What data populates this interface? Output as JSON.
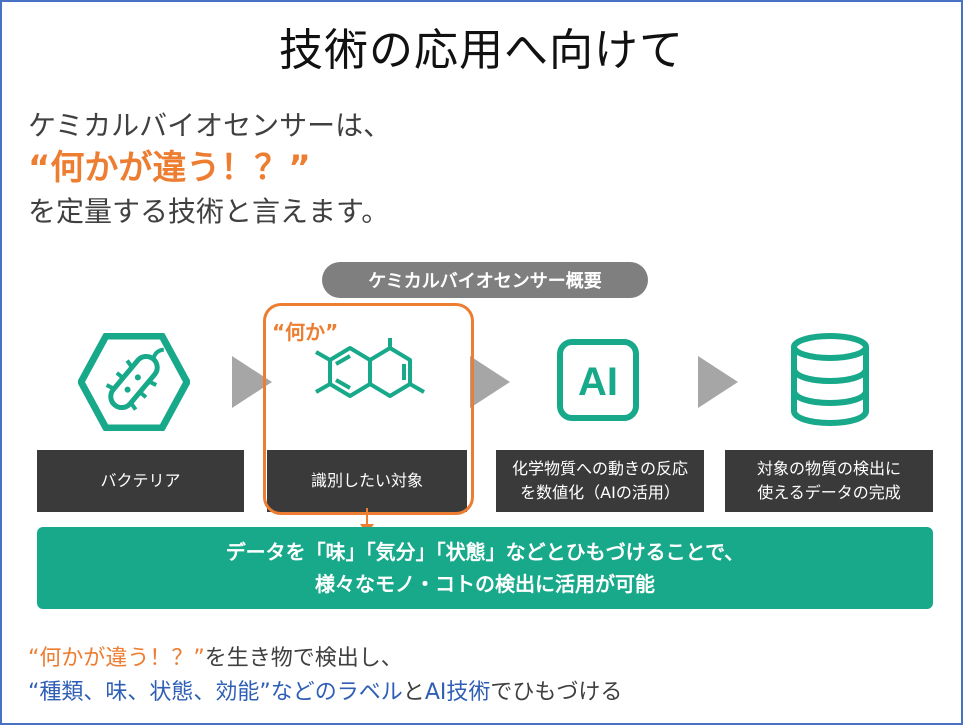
{
  "slide": {
    "title": "技術の応用へ向けて",
    "intro": {
      "line1": "ケミカルバイオセンサーは、",
      "line2": "“何かが違う！？”",
      "line3": "を定量する技術と言えます。"
    },
    "overview_label": "ケミカルバイオセンサー概要",
    "highlight_label": "“何か”",
    "steps": [
      {
        "icon": "bacteria-icon",
        "lines": [
          "バクテリア"
        ]
      },
      {
        "icon": "molecule-icon",
        "lines": [
          "識別したい対象"
        ]
      },
      {
        "icon": "ai-chip-icon",
        "icon_text": "AI",
        "lines": [
          "化学物質への動きの反応",
          "を数値化（AIの活用）"
        ]
      },
      {
        "icon": "database-icon",
        "lines": [
          "対象の物質の検出に",
          "使えるデータの完成"
        ]
      }
    ],
    "summary": {
      "line1": "データを「味」「気分」「状態」などとひもづけることで、",
      "line2": "様々なモノ・コトの検出に活用が可能"
    },
    "bottom": {
      "line1_orange": "“何かが違う！？”",
      "line1_rest": "を生き物で検出し、",
      "line2_blue1": "“種類、味、状態、効能”などのラベル",
      "line2_mid": "と",
      "line2_blue2": "AI技術",
      "line2_end": "でひもづける"
    },
    "colors": {
      "accent_orange": "#ed7d31",
      "accent_green": "#17a989",
      "label_blue": "#2f5fb5",
      "frame_blue": "#4a72c4",
      "box_dark": "#3a3a3a"
    }
  }
}
